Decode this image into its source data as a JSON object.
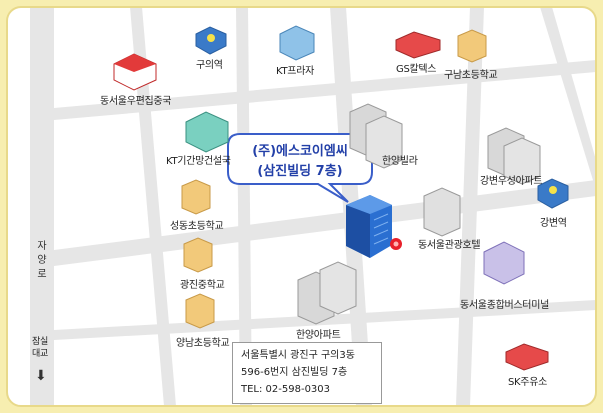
{
  "labels": {
    "guui_station": "구의역",
    "kt_plaza": "KT프라자",
    "gs_caltex": "GS칼텍스",
    "gunam_school": "구남초등학교",
    "post_office": "동서울우편집중국",
    "kt_building": "KT기간망건설국",
    "hanyang_villa": "한양빌라",
    "gangbyeon_apt": "강변우성아파트",
    "seongdong_school": "성동초등학교",
    "gangbyeon_station": "강변역",
    "seoul_hotel": "동서울관광호텔",
    "gwangjin_middle": "광진중학교",
    "bus_terminal": "동서울종합버스터미널",
    "yangnam_school": "양남초등학교",
    "hanyang_apt": "한양아파트",
    "sk_gas": "SK주유소"
  },
  "road": {
    "name_chars": [
      "자",
      "양",
      "로"
    ],
    "jamsil_line1": "잠실",
    "jamsil_line2": "대교",
    "arrow": "⬇"
  },
  "callout": {
    "line1": "(주)에스코이엠씨",
    "line2": "(삼진빌딩 7층)"
  },
  "address": {
    "line1": "서울특별시  광진구  구의3동",
    "line2": "596-6번지  삼진빌딩  7층",
    "line3": "TEL:  02-598-0303"
  },
  "colors": {
    "frame": "#f7eeb0",
    "road": "#e6e6e6",
    "callout_border": "#3a5ec9",
    "callout_text": "#2340a8",
    "target_building": "#2a6fd1",
    "marker": "#e8202a"
  }
}
